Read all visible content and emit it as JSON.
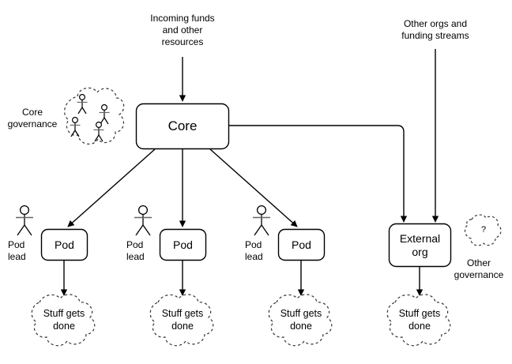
{
  "diagram": {
    "title_text_top_left": "Incoming funds\nand other\nresources",
    "title_text_top_right": "Other orgs and\nfunding streams",
    "nodes": {
      "core": {
        "label": "Core",
        "shape": "rounded-rect"
      },
      "external_org": {
        "label": "External\norg",
        "shape": "rounded-rect"
      },
      "pod1": {
        "label": "Pod",
        "shape": "rounded-rect"
      },
      "pod2": {
        "label": "Pod",
        "shape": "rounded-rect"
      },
      "pod3": {
        "label": "Pod",
        "shape": "rounded-rect"
      },
      "core_governance_label": "Core\ngovernance",
      "core_governance_cloud": {
        "people_count": 4,
        "shape": "dashed-cloud"
      },
      "other_governance_label": "Other\ngovernance",
      "other_governance_cloud": {
        "label": "?",
        "shape": "dashed-cloud"
      },
      "pod_lead1": "Pod\nlead",
      "pod_lead2": "Pod\nlead",
      "pod_lead3": "Pod\nlead",
      "outcome1": "Stuff gets\ndone",
      "outcome2": "Stuff gets\ndone",
      "outcome3": "Stuff gets\ndone",
      "outcome4": "Stuff gets\ndone"
    },
    "colors": {
      "stroke": "#000000",
      "background": "#ffffff",
      "text": "#000000",
      "arms": "#666666"
    }
  }
}
